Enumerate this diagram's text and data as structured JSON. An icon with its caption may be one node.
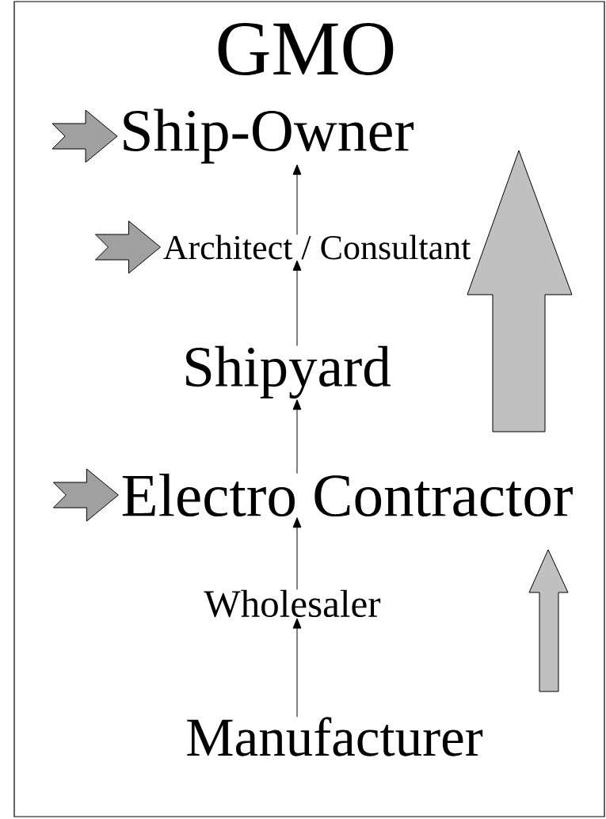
{
  "diagram": {
    "title": "GMO",
    "nodes": [
      {
        "text": [
          "Ship-Owner"
        ]
      },
      {
        "text": [
          "Architect / Consultant"
        ]
      },
      {
        "text": [
          "Shipyard"
        ]
      },
      {
        "text": [
          "Electro Contractor"
        ]
      },
      {
        "text": [
          "Wholesaler"
        ]
      },
      {
        "text": [
          "Manufacturer"
        ]
      }
    ],
    "edges": [
      {
        "from": 1,
        "to": 0,
        "arrow": "to"
      },
      {
        "from": 2,
        "to": 1,
        "arrow": "to"
      },
      {
        "from": 3,
        "to": 2,
        "arrow": "to"
      },
      {
        "from": 4,
        "to": 3,
        "arrow": "to"
      },
      {
        "from": 5,
        "to": 4,
        "arrow": "to"
      },
      {
        "from": null,
        "to": 0,
        "arrow": "to",
        "style": "thick",
        "color": "#a0a0a0"
      },
      {
        "from": null,
        "to": 1,
        "arrow": "to",
        "style": "thick",
        "color": "#a0a0a0"
      },
      {
        "from": null,
        "to": 3,
        "arrow": "to",
        "style": "thick",
        "color": "#a0a0a0"
      }
    ]
  }
}
